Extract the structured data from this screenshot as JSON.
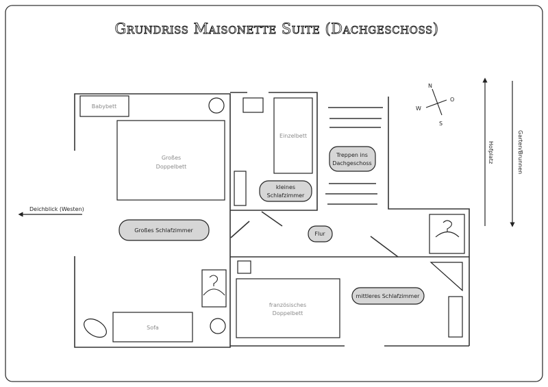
{
  "title": "Grundriss Maisonette Suite (Dachgeschoss)",
  "rooms": {
    "large_bedroom": "Großes Schlafzimmer",
    "small_bedroom": [
      "kleines",
      "Schlafzimmer"
    ],
    "hallway": "Flur",
    "middle_bedroom": "mittleres Schlafzimmer",
    "stairs": [
      "Treppen ins",
      "Dachgeschoss"
    ]
  },
  "furniture": {
    "baby_bed": "Babybett",
    "double_bed": [
      "Großes",
      "Doppelbett"
    ],
    "single_bed": "Einzelbett",
    "french_bed": [
      "französisches",
      "Doppelbett"
    ],
    "sofa": "Sofa"
  },
  "directions": {
    "west_view": "Deichblick (Westen)",
    "courtyard": "Hofplatz",
    "garden": "Garten/Brunnen"
  },
  "compass": {
    "n": "N",
    "o": "O",
    "s": "S",
    "w": "W"
  }
}
